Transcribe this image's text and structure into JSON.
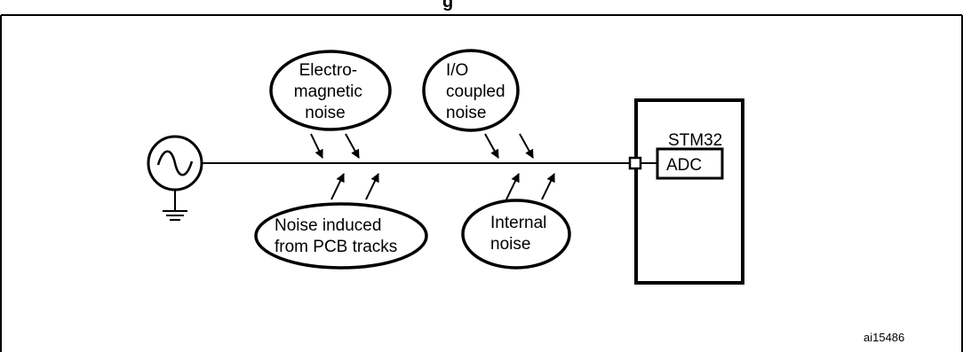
{
  "figure": {
    "title_fragment": "g",
    "figure_id": "ai15486"
  },
  "noise_sources": {
    "electromagnetic": [
      "Electro-",
      "magnetic",
      "noise"
    ],
    "io_coupled": [
      "I/O",
      "coupled",
      "noise"
    ],
    "pcb_tracks": [
      "Noise induced",
      "from PCB tracks"
    ],
    "internal": [
      "Internal",
      "noise"
    ]
  },
  "mcu": {
    "name": "STM32",
    "adc_label": "ADC"
  },
  "colors": {
    "stroke": "#000000",
    "background": "#ffffff"
  }
}
